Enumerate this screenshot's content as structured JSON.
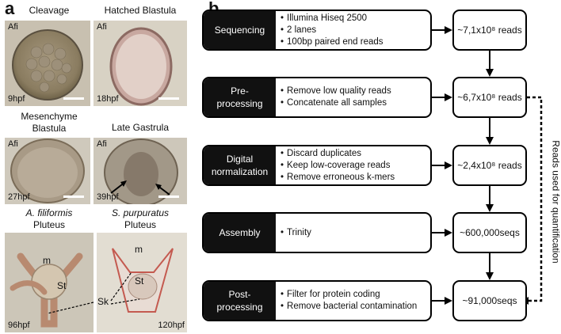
{
  "panel_a": {
    "letter": "a",
    "images": [
      {
        "label": "Cleavage",
        "species": "Afi",
        "time": "9hpf"
      },
      {
        "label": "Hatched Blastula",
        "species": "Afi",
        "time": "18hpf"
      },
      {
        "label": "Mesenchyme\nBlastula",
        "species": "Afi",
        "time": "27hpf"
      },
      {
        "label": "Late Gastrula",
        "species": "Afi",
        "time": "39hpf"
      }
    ],
    "pluteus": [
      {
        "species": "A. filiformis",
        "stage": "Pluteus",
        "time": "96hpf"
      },
      {
        "species": "S. purpuratus",
        "stage": "Pluteus",
        "time": "120hpf"
      }
    ],
    "structures": {
      "m1": "m",
      "st1": "St",
      "sk": "Sk",
      "m2": "m",
      "st2": "St"
    }
  },
  "panel_b": {
    "letter": "b",
    "steps": [
      {
        "label": "Sequencing",
        "bullets": [
          "Illumina Hiseq 2500",
          "2 lanes",
          "100bp paired end reads"
        ],
        "reads": "~7,1x10⁸ reads"
      },
      {
        "label": "Pre-\nprocessing",
        "bullets": [
          "Remove low quality reads",
          "Concatenate all samples"
        ],
        "reads": "~6,7x10⁸ reads"
      },
      {
        "label": "Digital\nnormalization",
        "bullets": [
          "Discard duplicates",
          "Keep low-coverage reads",
          "Remove erroneous k-mers"
        ],
        "reads": "~2,4x10⁸ reads"
      },
      {
        "label": "Assembly",
        "bullets": [
          "Trinity"
        ],
        "reads": "~600,000seqs"
      },
      {
        "label": "Post-\nprocessing",
        "bullets": [
          "Filter for protein coding",
          "Remove bacterial contamination"
        ],
        "reads": "~91,000seqs"
      }
    ],
    "side_label": "Reads used for quantification"
  }
}
